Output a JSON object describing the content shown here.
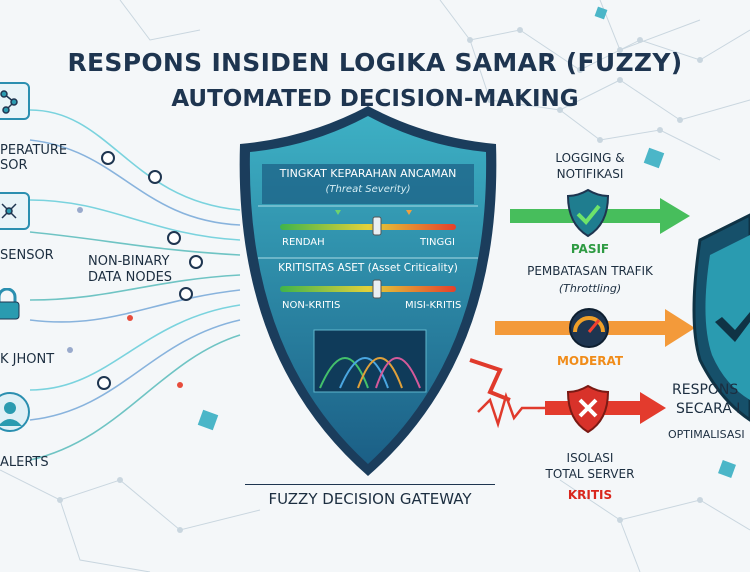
{
  "title": {
    "line1": "RESPONS INSIDEN LOGIKA SAMAR (FUZZY)",
    "line2": "AUTOMATED DECISION-MAKING"
  },
  "inputs": {
    "temperature_sensor": "PERATURE\nSOR",
    "sensor": "SENSOR",
    "lock": "K JHONT",
    "alerts": "ALERTS",
    "data_nodes": "NON-BINARY\nDATA NODES"
  },
  "shield": {
    "threat_title": "TINGKAT KEPARAHAN ANCAMAN",
    "threat_sub": "(Threat Severity)",
    "low": "RENDAH",
    "high": "TINGGI",
    "asset_title": "KRITISITAS ASET (Asset Criticality)",
    "non_critical": "NON-KRITIS",
    "mission_critical": "MISI-KRITIS"
  },
  "gateway_label": "FUZZY DECISION GATEWAY",
  "outputs": {
    "logging": "LOGGING &\nNOTIFIKASI",
    "pasif": "PASIF",
    "throttle_title": "PEMBATASAN TRAFIK",
    "throttle_sub": "(Throttling)",
    "moderat": "MODERAT",
    "isolation": "ISOLASI\nTOTAL SERVER",
    "kritis": "KRITIS",
    "final_line1": "RESPONS",
    "final_line2": "SECARA I",
    "final_line3": "OPTIMALISASI"
  },
  "colors": {
    "navy": "#1e3550",
    "teal": "#2a9bb0",
    "green": "#2fb34a",
    "orange": "#f08c28",
    "red": "#e03a2c",
    "pasif": "#2e9b43",
    "moderat": "#f08c1a",
    "kritis": "#d9271d"
  }
}
